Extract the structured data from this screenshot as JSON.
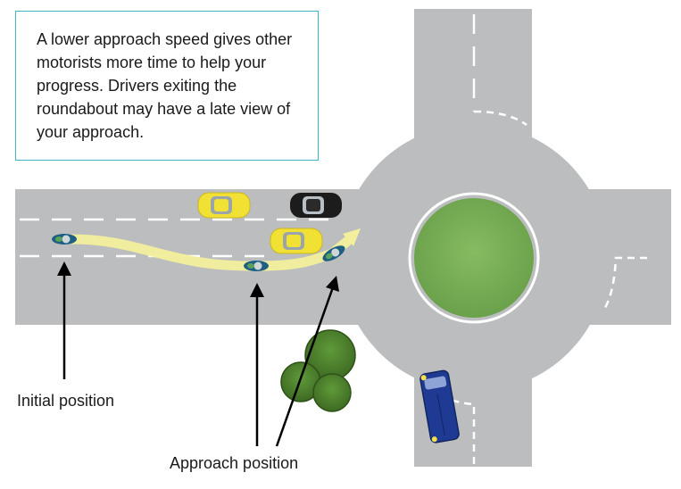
{
  "note": {
    "text": "A lower approach speed gives other motorists more time to help your progress. Drivers exiting the roundabout may have a late view of your approach."
  },
  "labels": {
    "initial_position": "Initial position",
    "approach_position": "Approach position"
  },
  "colors": {
    "road": "#bdbec0",
    "road_edge": "#a9aaac",
    "island": "#7fb25a",
    "path": "#f3ef9c",
    "note_border": "#3fb5c2",
    "car_yellow": "#f2e135",
    "car_black": "#1c1c1c",
    "van_blue": "#1f3a93",
    "tree": "#4c7d2b"
  },
  "icons": [
    "arrow-up-icon",
    "motorcycle-icon",
    "car-icon",
    "van-icon",
    "tree-icon"
  ]
}
